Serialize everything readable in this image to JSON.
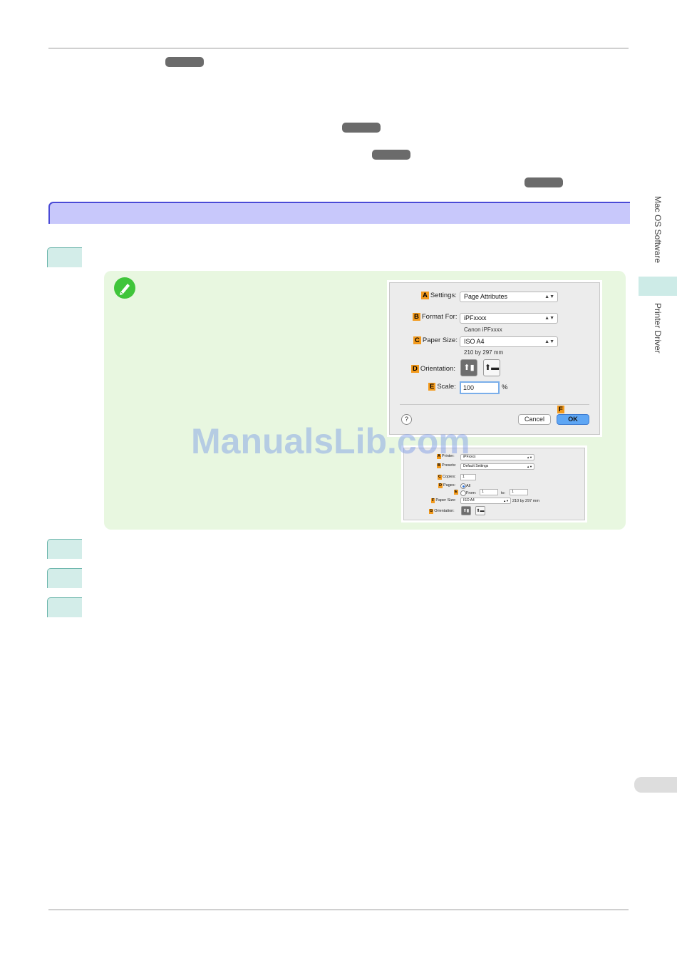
{
  "sidebar": {
    "tab1": "Mac OS Software",
    "tab2": "Printer Driver"
  },
  "watermark": "ManualsLib.com",
  "page_setup_dialog": {
    "settings": {
      "marker": "A",
      "label": "Settings:",
      "value": "Page Attributes"
    },
    "format_for": {
      "marker": "B",
      "label": "Format For:",
      "value": "iPFxxxx",
      "sub": "Canon iPFxxxx"
    },
    "paper_size": {
      "marker": "C",
      "label": "Paper Size:",
      "value": "ISO A4",
      "sub": "210 by 297 mm"
    },
    "orientation": {
      "marker": "D",
      "label": "Orientation:"
    },
    "scale": {
      "marker": "E",
      "label": "Scale:",
      "value": "100",
      "unit": "%"
    },
    "help": "?",
    "ok_marker": "F",
    "cancel_label": "Cancel",
    "ok_label": "OK"
  },
  "print_dialog": {
    "printer": {
      "marker": "A",
      "label": "Printer:",
      "value": "iPFxxxx"
    },
    "presets": {
      "marker": "B",
      "label": "Presets:",
      "value": "Default Settings"
    },
    "copies": {
      "marker": "C",
      "label": "Copies:",
      "value": "1"
    },
    "pages": {
      "marker": "D",
      "label": "Pages:",
      "all_label": "All"
    },
    "from": {
      "marker": "E",
      "label": "From:",
      "from_value": "1",
      "to_label": "to:",
      "to_value": "1"
    },
    "paper_size": {
      "marker": "F",
      "label": "Paper Size:",
      "value": "ISO A4",
      "sub": "210 by 297 mm"
    },
    "orientation": {
      "marker": "G",
      "label": "Orientation:"
    }
  }
}
